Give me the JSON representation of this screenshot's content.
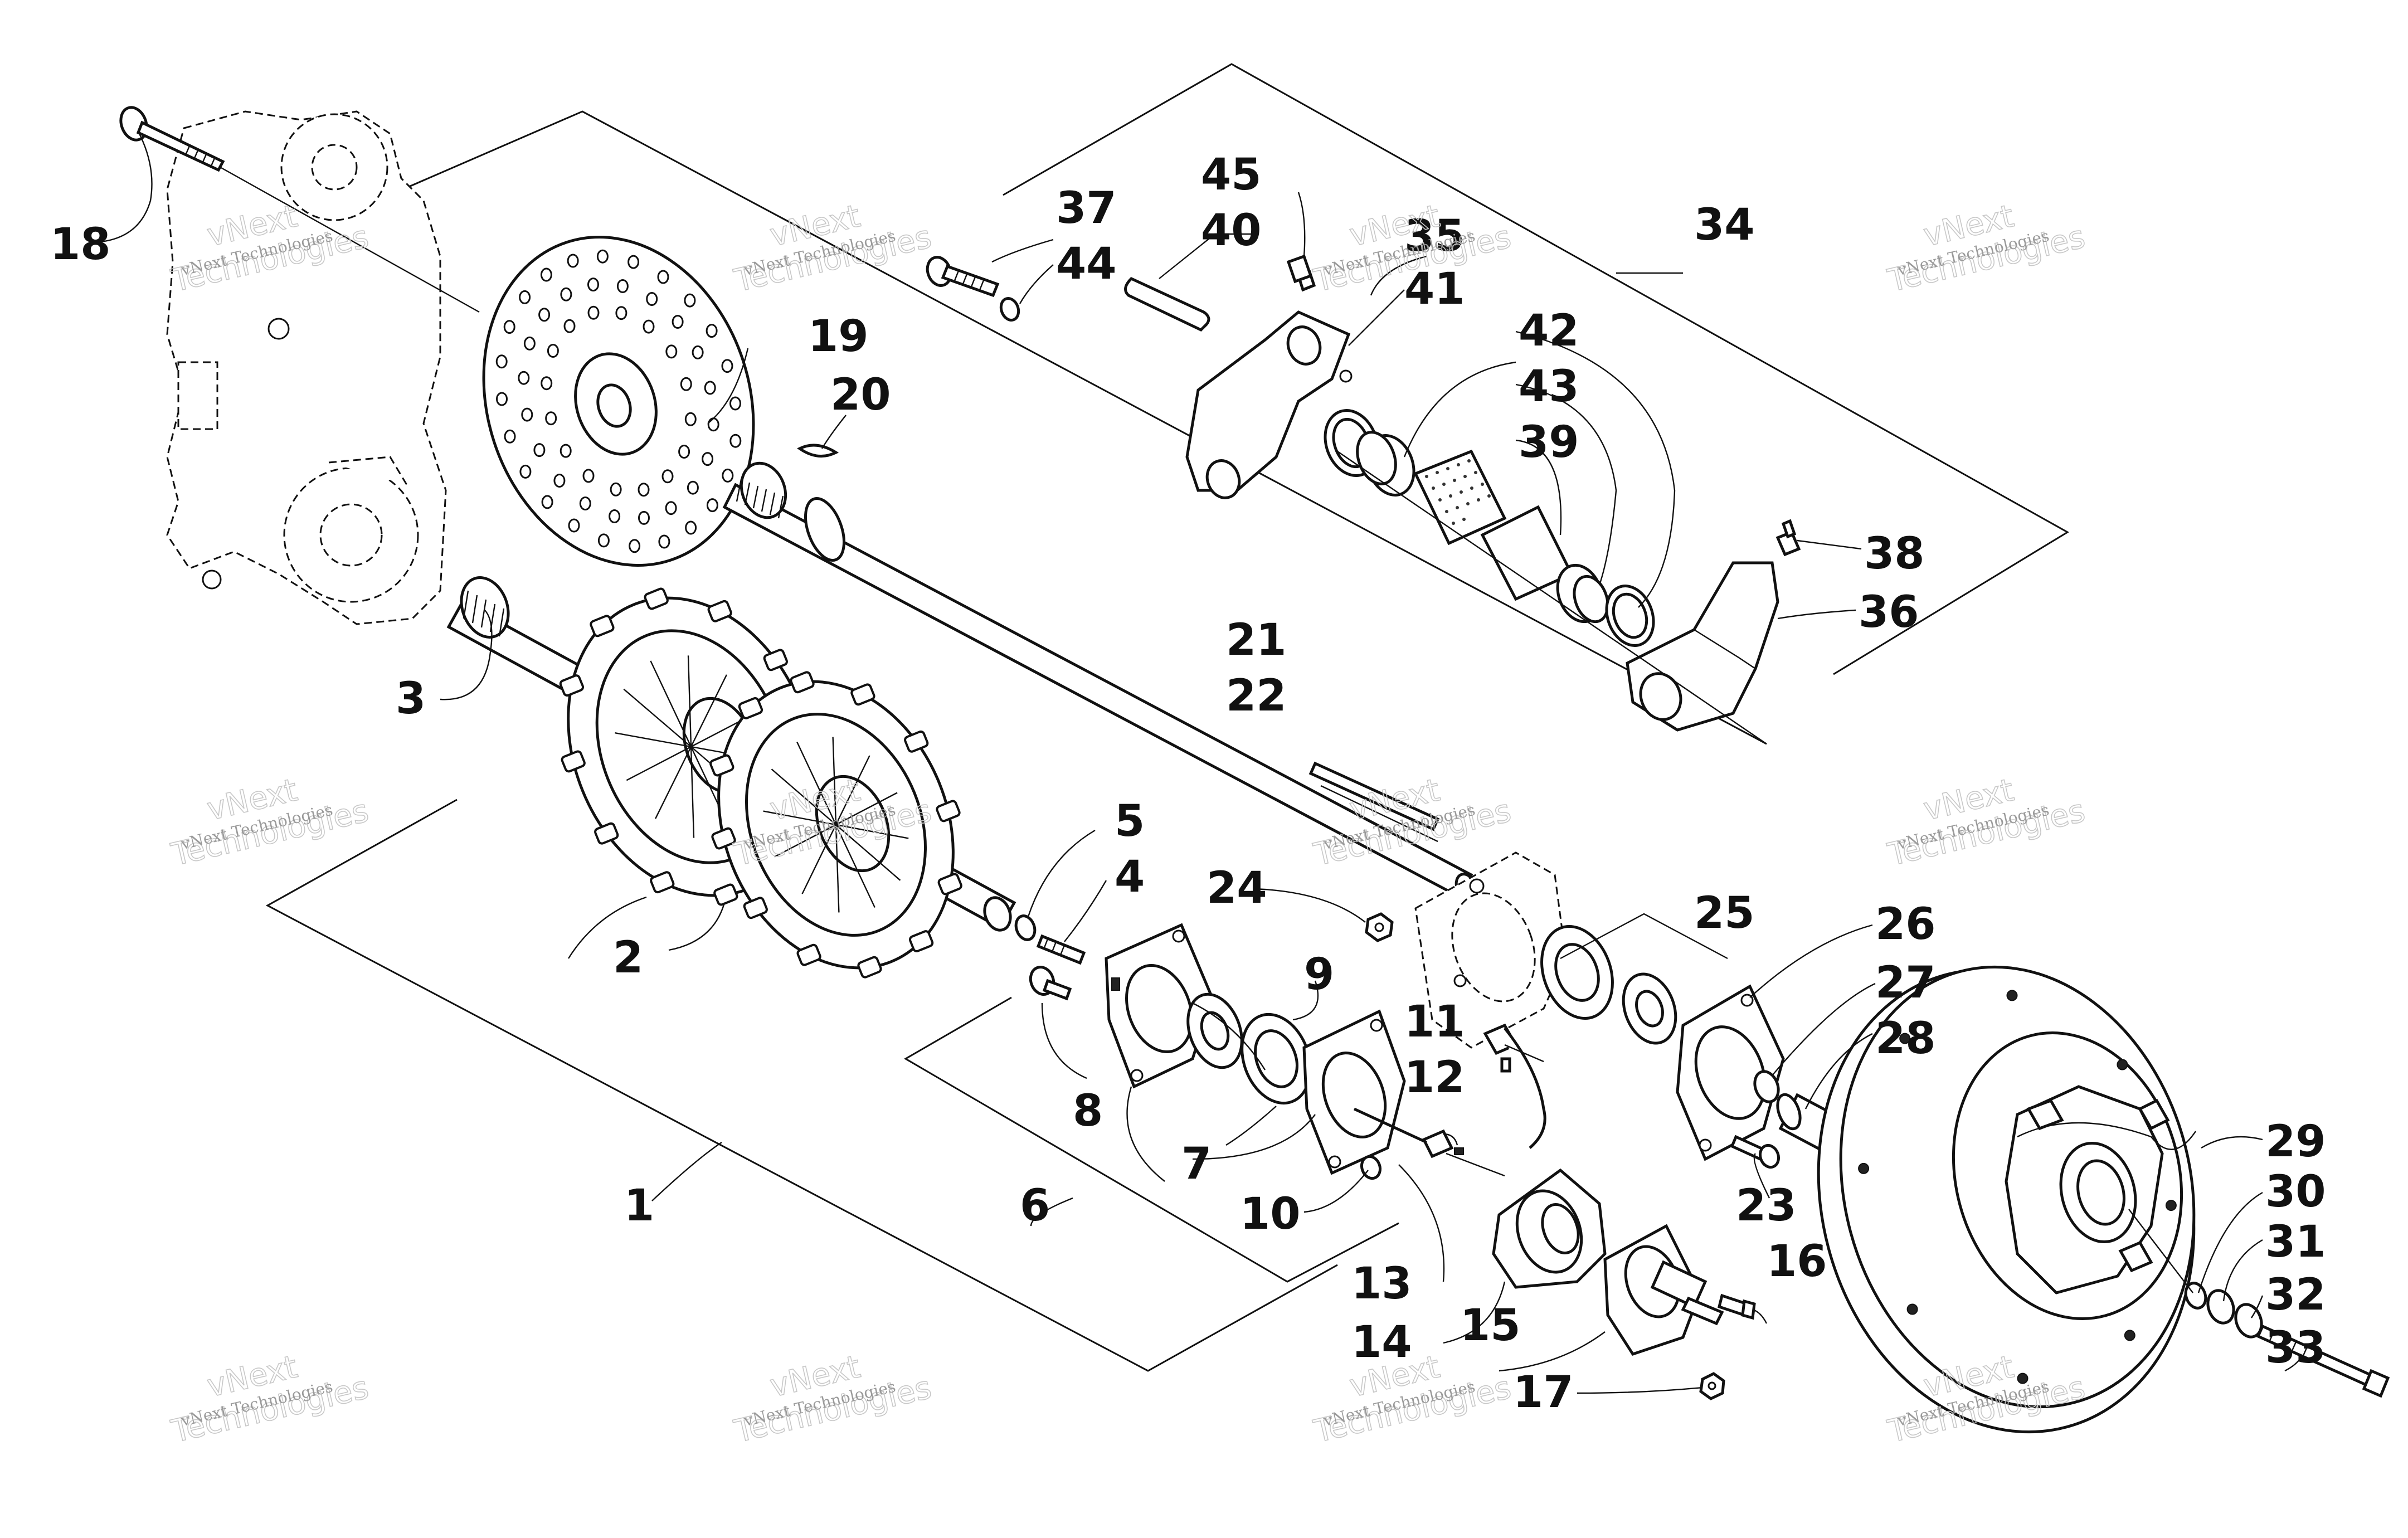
{
  "callouts": [
    {
      "id": "1",
      "text": "1"
    },
    {
      "id": "2",
      "text": "2"
    },
    {
      "id": "3",
      "text": "3"
    },
    {
      "id": "4",
      "text": "4"
    },
    {
      "id": "5",
      "text": "5"
    },
    {
      "id": "6",
      "text": "6"
    },
    {
      "id": "7",
      "text": "7"
    },
    {
      "id": "8",
      "text": "8"
    },
    {
      "id": "9",
      "text": "9"
    },
    {
      "id": "10",
      "text": "10"
    },
    {
      "id": "11",
      "text": "11"
    },
    {
      "id": "12",
      "text": "12"
    },
    {
      "id": "13",
      "text": "13"
    },
    {
      "id": "14",
      "text": "14"
    },
    {
      "id": "15",
      "text": "15"
    },
    {
      "id": "16",
      "text": "16"
    },
    {
      "id": "17",
      "text": "17"
    },
    {
      "id": "18",
      "text": "18"
    },
    {
      "id": "19",
      "text": "19"
    },
    {
      "id": "20",
      "text": "20"
    },
    {
      "id": "21",
      "text": "21"
    },
    {
      "id": "22",
      "text": "22"
    },
    {
      "id": "23",
      "text": "23"
    },
    {
      "id": "24",
      "text": "24"
    },
    {
      "id": "25",
      "text": "25"
    },
    {
      "id": "26",
      "text": "26"
    },
    {
      "id": "27",
      "text": "27"
    },
    {
      "id": "28",
      "text": "28"
    },
    {
      "id": "29",
      "text": "29"
    },
    {
      "id": "30",
      "text": "30"
    },
    {
      "id": "31",
      "text": "31"
    },
    {
      "id": "32",
      "text": "32"
    },
    {
      "id": "33",
      "text": "33"
    },
    {
      "id": "34",
      "text": "34"
    },
    {
      "id": "35",
      "text": "35"
    },
    {
      "id": "36",
      "text": "36"
    },
    {
      "id": "37",
      "text": "37"
    },
    {
      "id": "38",
      "text": "38"
    },
    {
      "id": "39",
      "text": "39"
    },
    {
      "id": "40",
      "text": "40"
    },
    {
      "id": "41",
      "text": "41"
    },
    {
      "id": "42",
      "text": "42"
    },
    {
      "id": "43",
      "text": "43"
    },
    {
      "id": "44",
      "text": "44"
    },
    {
      "id": "45",
      "text": "45"
    }
  ],
  "watermark": {
    "small": "vNext Technologies",
    "large1": "vNext",
    "large2": "Technologies"
  }
}
